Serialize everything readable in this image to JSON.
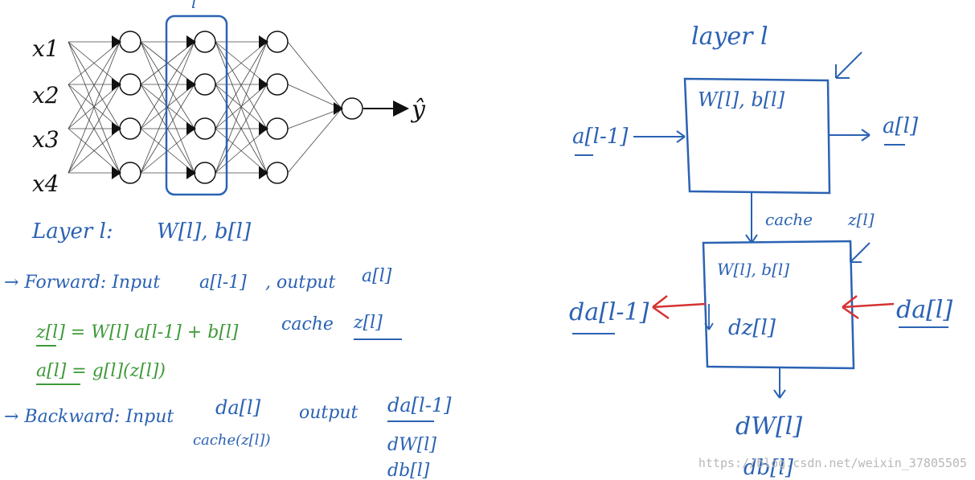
{
  "network": {
    "inputs": [
      "x1",
      "x2",
      "x3",
      "x4"
    ],
    "output_label": "ŷ",
    "highlight_label": "l"
  },
  "notes": {
    "layer_label": "Layer l:",
    "layer_params": "W[l], b[l]",
    "forward_label": "→ Forward: Input",
    "forward_in": "a[l-1]",
    "forward_out_label": ", output",
    "forward_out": "a[l]",
    "eq1": "z[l] = W[l] a[l-1] + b[l]",
    "eq2": "a[l] = g[l](z[l])",
    "cache_label": "cache",
    "cache_val": "z[l]",
    "backward_label": "→ Backward: Input",
    "backward_in": "da[l]",
    "backward_cache": "cache(z[l])",
    "backward_out_label": "output",
    "backward_out": "da[l-1]",
    "backward_dw": "dW[l]",
    "backward_db": "db[l]"
  },
  "diagram": {
    "title": "layer l",
    "forward_box_text": "W[l], b[l]",
    "forward_in": "a[l-1]",
    "forward_out": "a[l]",
    "cache_label": "cache",
    "cache_z": "z[l]",
    "backward_box_top": "W[l], b[l]",
    "backward_box_mid": "dz[l]",
    "backward_in": "da[l]",
    "backward_out": "da[l-1]",
    "dw": "dW[l]",
    "db": "db[l]"
  },
  "watermark": "https://blog.csdn.net/weixin_37805505",
  "colors": {
    "ink_blue": "#2b62b3",
    "ink_green": "#3f9a3a",
    "ink_red": "#d63333",
    "ink_black": "#111111"
  }
}
